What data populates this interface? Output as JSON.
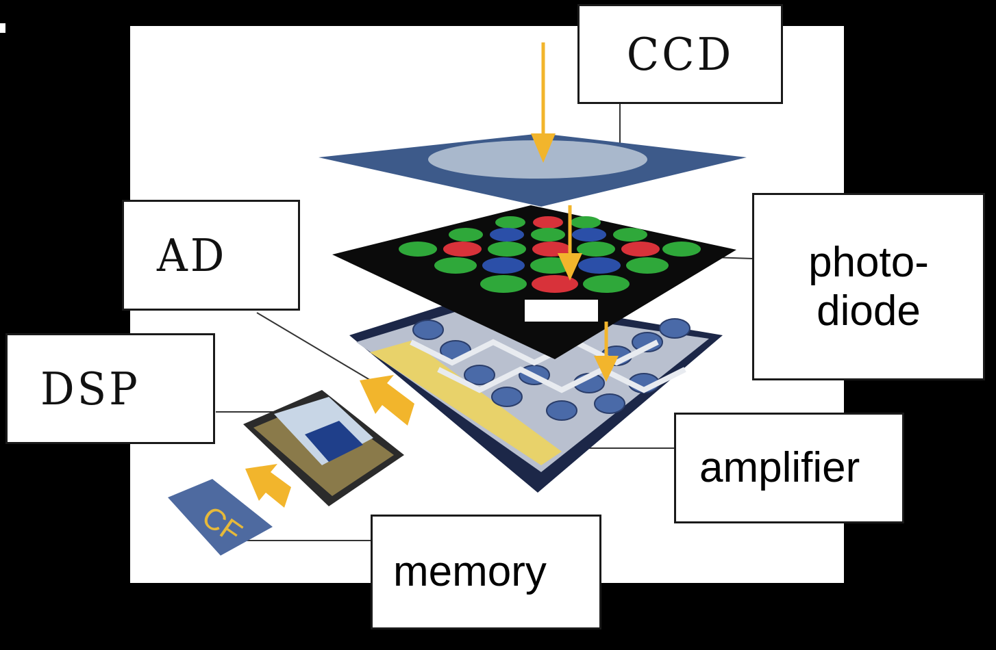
{
  "labels": {
    "ccd": "CCD",
    "ad": "AD",
    "dsp": "DSP",
    "photodiode_line1": "photo-",
    "photodiode_line2": "diode",
    "amplifier": "amplifier",
    "memory": "memory",
    "card": "CF"
  },
  "colors": {
    "background": "#000000",
    "panel": "#ffffff",
    "lens": "#3d5a8a",
    "lens_highlight": "#a9b8cc",
    "arrow": "#f2b52c",
    "sensor": "#0b0b0b",
    "pixel_green": "#2fa83a",
    "pixel_red": "#d8323a",
    "pixel_blue": "#2b4fa8",
    "board": "#1c2748",
    "board_trace": "#d9dde6",
    "board_cell": "#4a6aa8",
    "board_stripe": "#e8d26a",
    "card": "#4e6aa0",
    "card_text": "#e6b93a"
  },
  "icons": [
    "lens-icon",
    "sensor-array-icon",
    "circuit-board-icon",
    "chip-icon",
    "memory-card-icon",
    "flow-arrow-icon"
  ]
}
